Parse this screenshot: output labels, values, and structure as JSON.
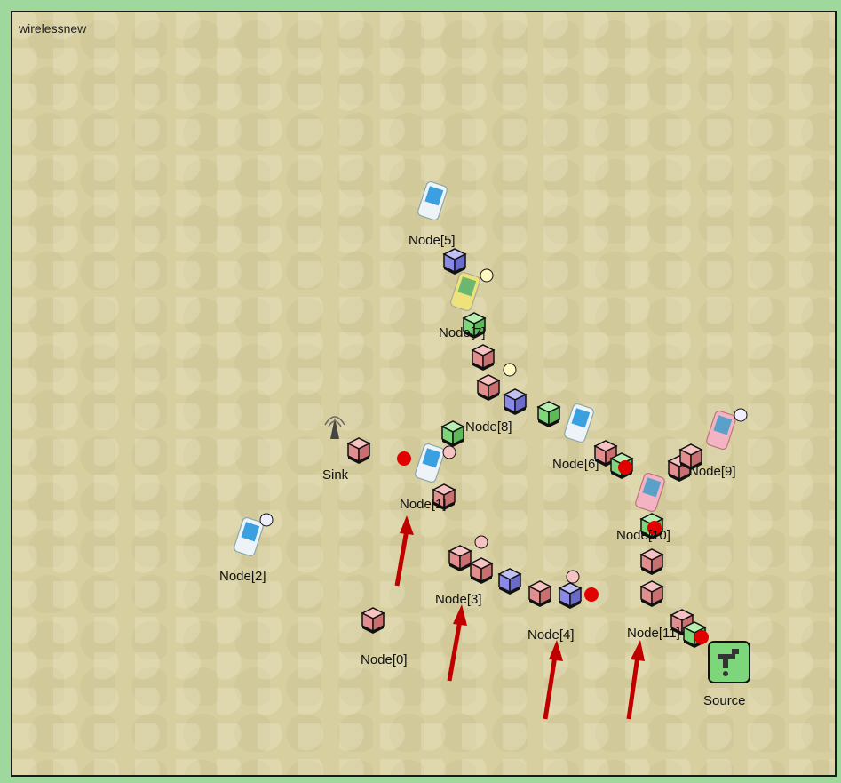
{
  "window": {
    "title": "wirelessnew"
  },
  "labels": {
    "sink": "Sink",
    "source": "Source",
    "node0": "Node[0]",
    "node1": "Node[1]",
    "node2": "Node[2]",
    "node3": "Node[3]",
    "node4": "Node[4]",
    "node5": "Node[5]",
    "node6": "Node[6]",
    "node7": "Node[7]",
    "node8": "Node[8]",
    "node9": "Node[9]",
    "node10": "Node[10]",
    "node11": "Node[11]"
  },
  "icons": {
    "packet_red": "packet-red-icon",
    "packet_green": "packet-green-icon",
    "packet_blue": "packet-blue-icon",
    "phone": "mobile-node-icon",
    "antenna": "sink-antenna-icon",
    "source": "tap-source-icon"
  },
  "colors": {
    "background": "#d8cfa0",
    "frame": "#9fd89c",
    "packet_red": "#f0a0a0",
    "packet_green": "#7ed67a",
    "packet_blue": "#8a8ae6",
    "dot": "#e20000",
    "arrow": "#c00000"
  }
}
